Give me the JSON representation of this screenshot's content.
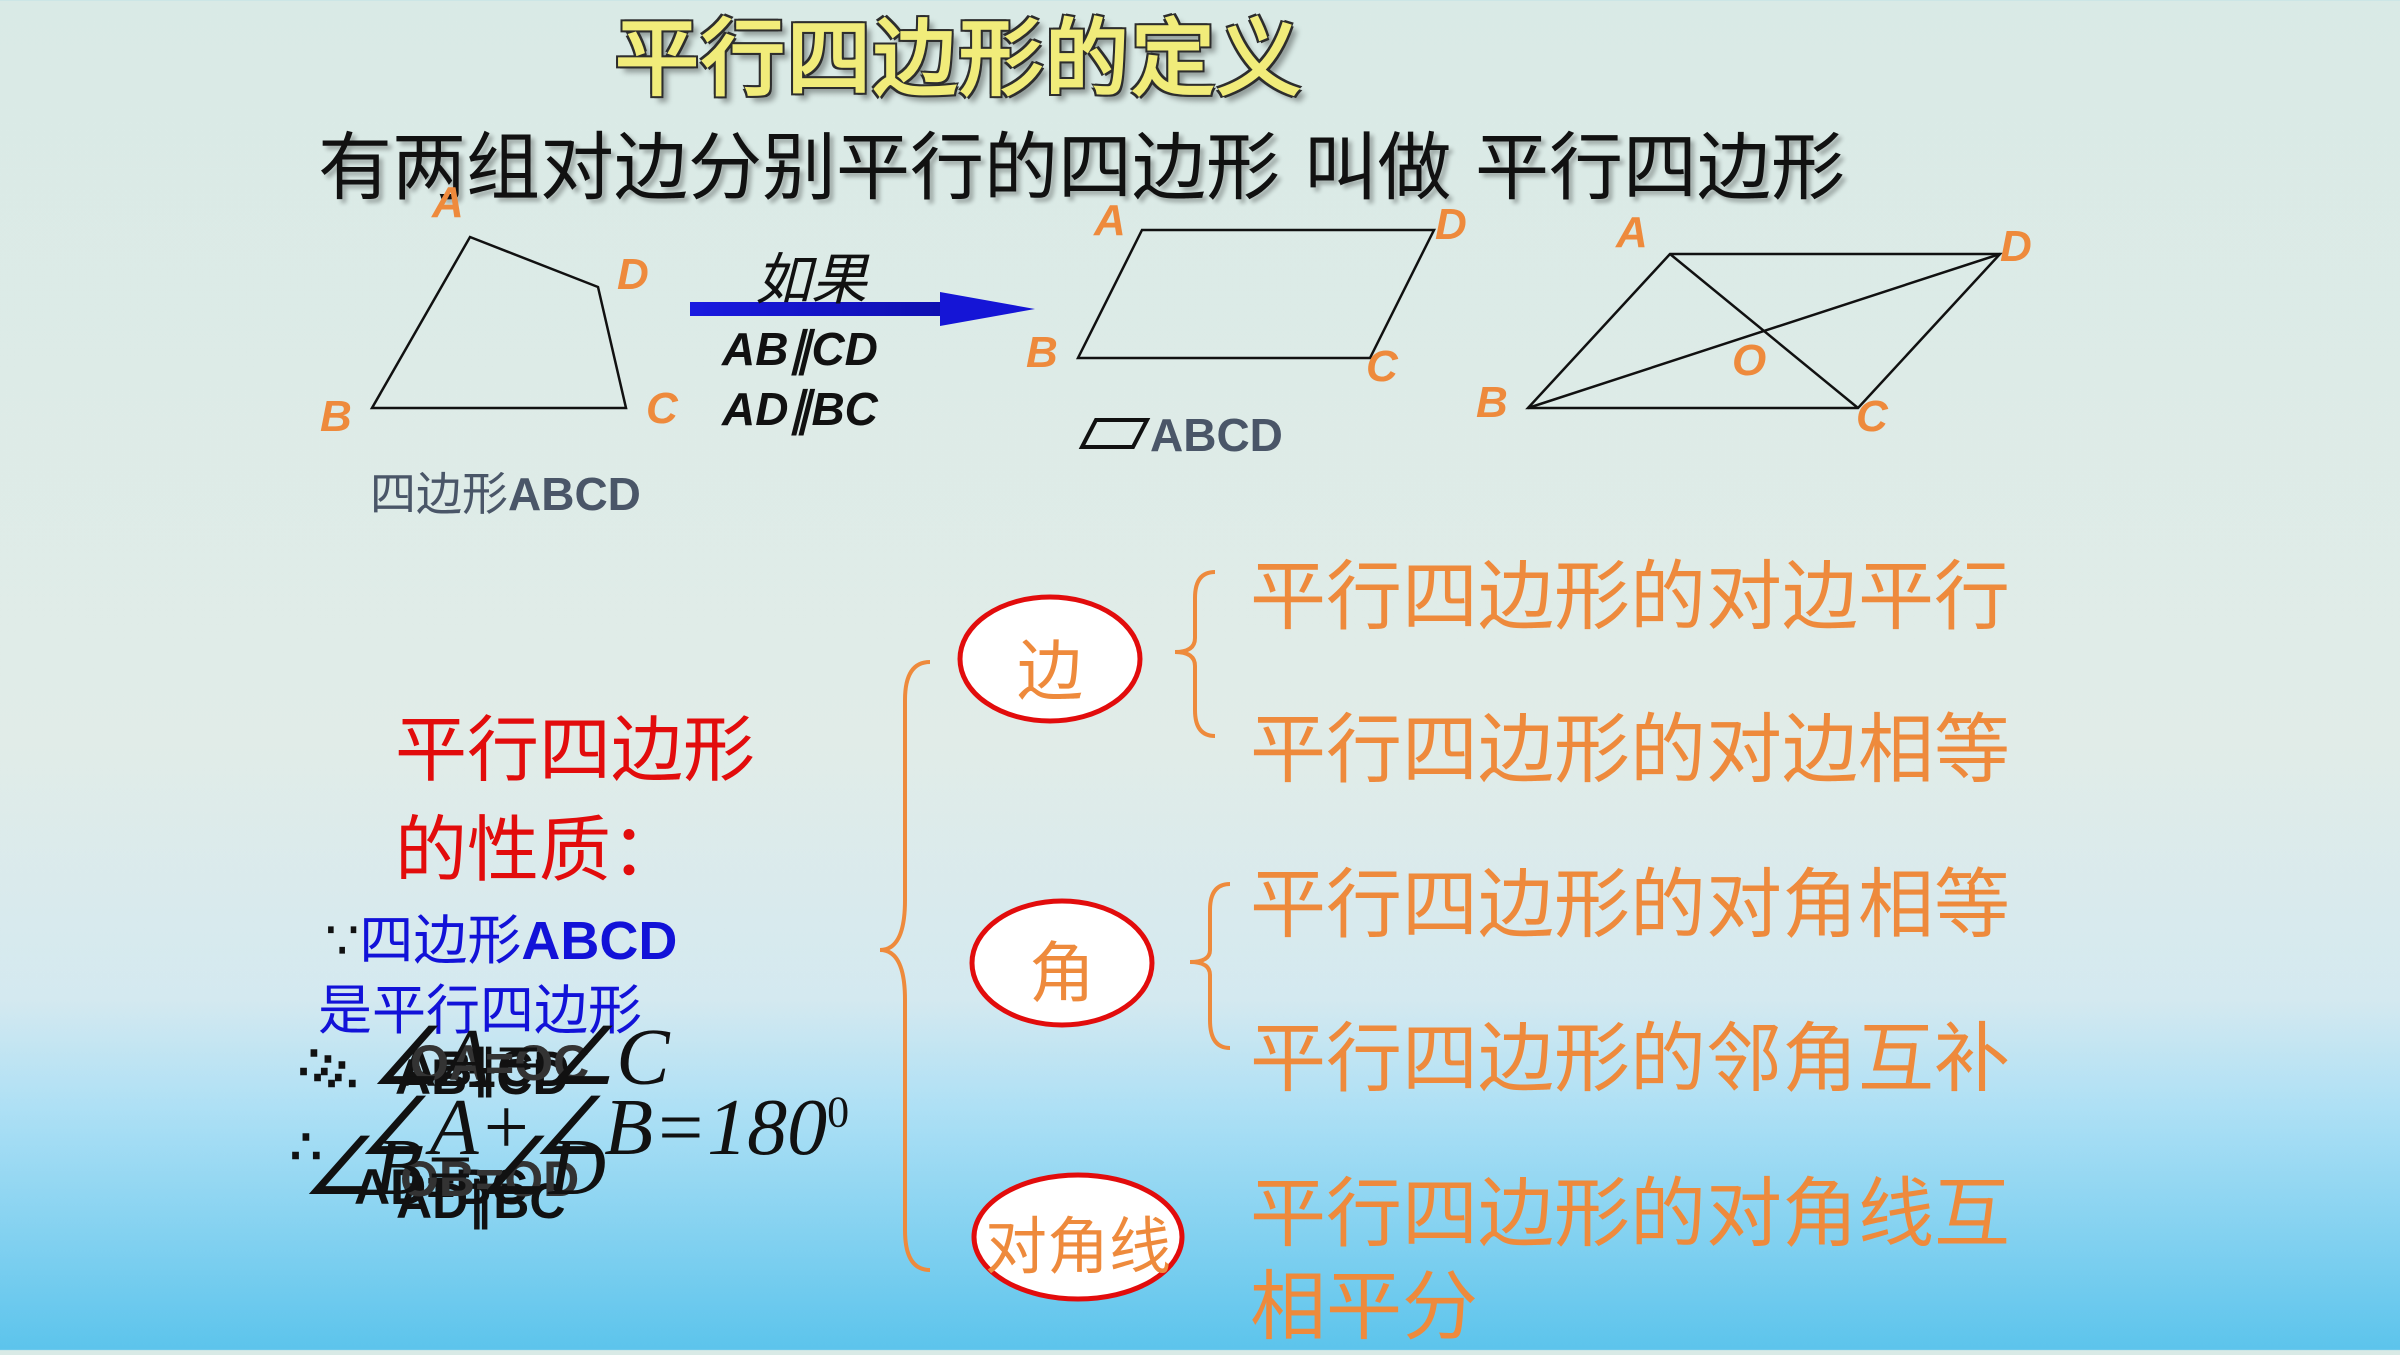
{
  "title": "平行四边形的定义",
  "definition": "有两组对边分别平行的四边形 叫做 平行四边形",
  "figure1": {
    "labels": {
      "a": "A",
      "b": "B",
      "c": "C",
      "d": "D"
    },
    "caption_prefix": "四边形",
    "caption_name": "ABCD"
  },
  "arrow": {
    "label": "如果",
    "cond1": "AB∥CD",
    "cond2": "AD∥BC"
  },
  "figure2": {
    "labels": {
      "a": "A",
      "b": "B",
      "c": "C",
      "d": "D"
    },
    "caption_name": "ABCD"
  },
  "figure3": {
    "labels": {
      "a": "A",
      "b": "B",
      "c": "C",
      "d": "D",
      "o": "O"
    }
  },
  "properties": {
    "heading_line1": "平行四边形",
    "heading_line2": "的性质：",
    "given_symbol": "∵",
    "given_line1_prefix": "四边形",
    "given_line1_name": "ABCD",
    "given_line2": "是平行四边形",
    "groups": {
      "side": {
        "label": "边",
        "items": [
          "平行四边形的对边平行",
          "平行四边形的对边相等"
        ]
      },
      "angle": {
        "label": "角",
        "items": [
          "平行四边形的对角相等",
          "平行四边形的邻角互补"
        ]
      },
      "diagonal": {
        "label": "对角线",
        "items": [
          "平行四边形的对角线互",
          "相平分"
        ]
      }
    }
  },
  "overlap_texts": {
    "t1": "∴",
    "t2": "∴",
    "t3": "∴",
    "t4": "∴",
    "t5": "AB∥CD",
    "t6": "AB=CD",
    "t7": "OA=OC",
    "t8": "AD∥BC",
    "t9": "AD=BC",
    "t10": "OB=OD",
    "f1": "∠A=∠C",
    "f2": "∠A+∠B=180",
    "f2_sup": "0",
    "f3": "∠B=∠D"
  },
  "colors": {
    "orange": "#ee8a3c",
    "red": "#e20c0c",
    "blue": "#1212d8",
    "title_fill": "#f1ec7a",
    "arrow": "#1515d6"
  }
}
